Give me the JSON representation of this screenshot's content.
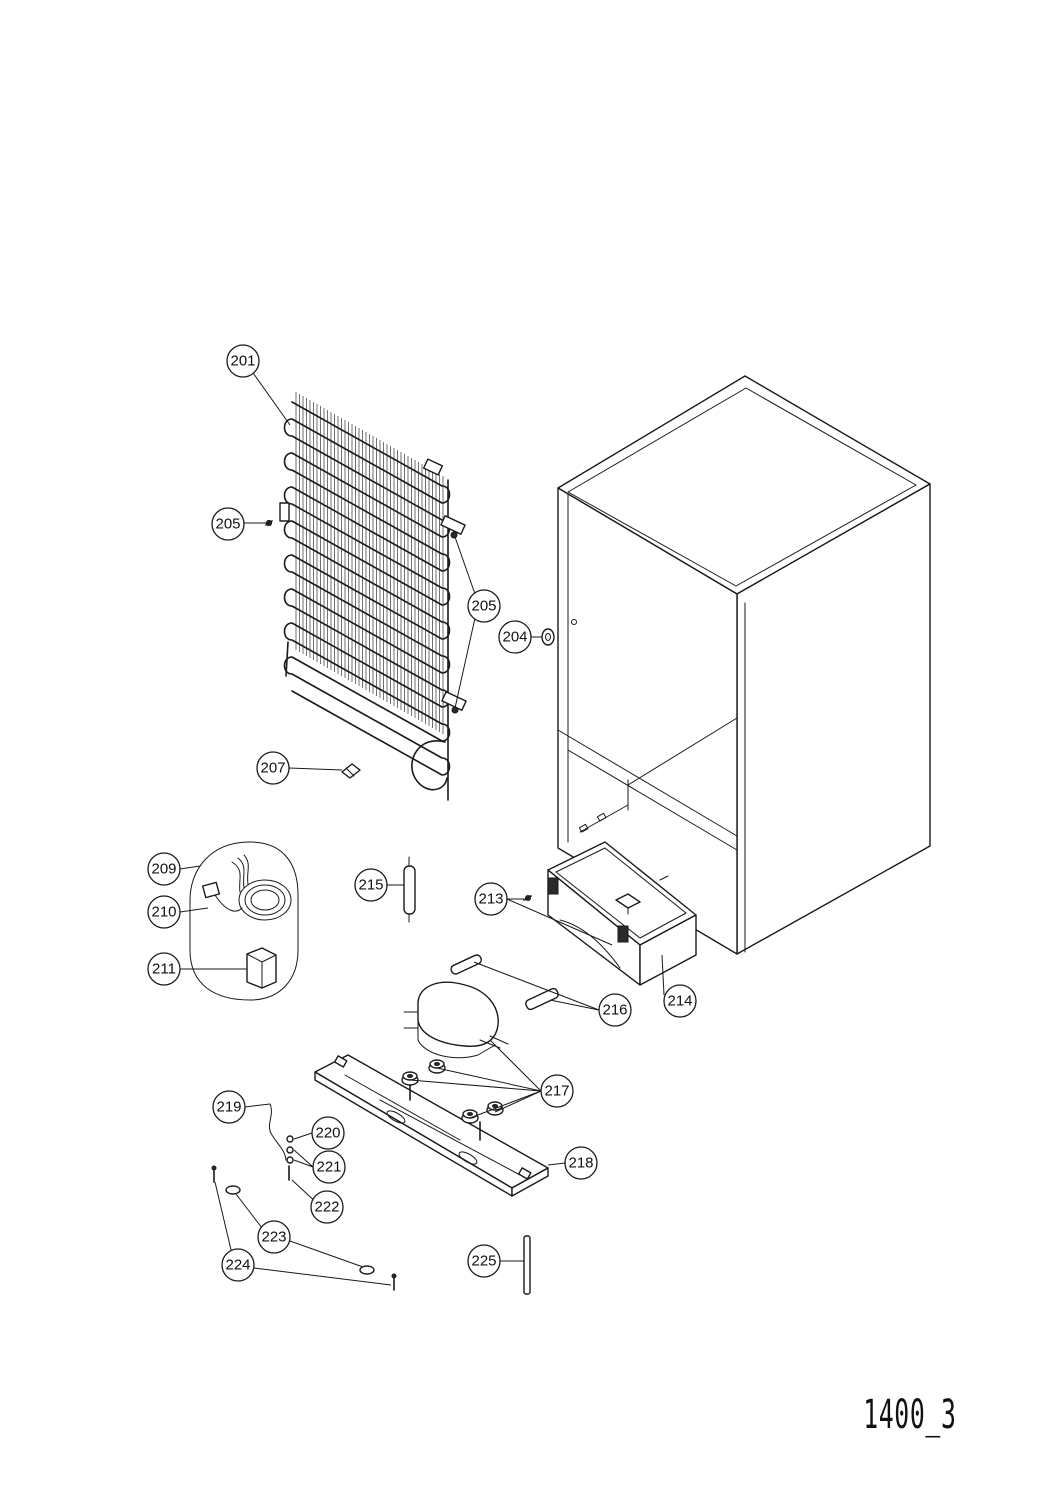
{
  "drawing_code": "1400_3",
  "callouts": [
    "201",
    "205",
    "205",
    "204",
    "207",
    "209",
    "210",
    "211",
    "215",
    "213",
    "214",
    "216",
    "217",
    "219",
    "220",
    "221",
    "218",
    "222",
    "223",
    "224",
    "225"
  ]
}
